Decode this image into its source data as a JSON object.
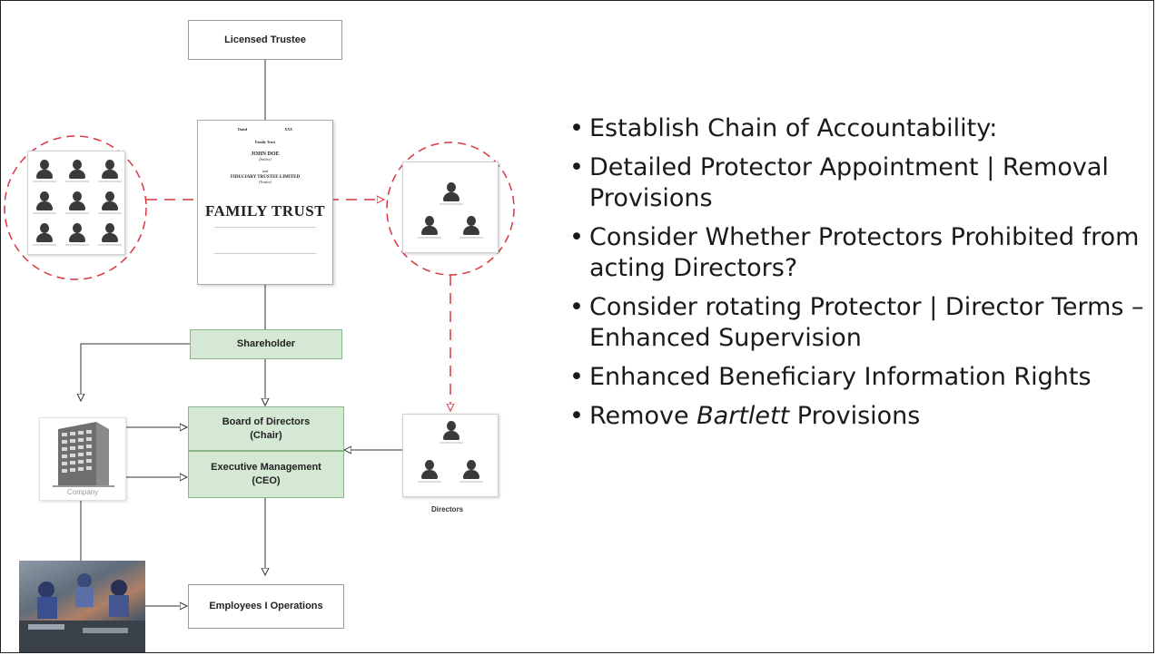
{
  "diagram": {
    "licensed_trustee": "Licensed Trustee",
    "deed": {
      "dated_label": "Dated",
      "year": "XXX",
      "trust_label": "Family Trust",
      "settlor_name": "JOHN DOE",
      "settlor_role": "(Settlor)",
      "and": "and",
      "trustee_name": "FIDUCIARY TRUSTEE LIMITED",
      "trustee_role": "(Trustee)",
      "title": "FAMILY TRUST"
    },
    "shareholder": "Shareholder",
    "board": "Board of Directors\n(Chair)",
    "executive": "Executive Management\n(CEO)",
    "employees": "Employees I Operations",
    "company_caption": "Company",
    "directors_caption": "Directors",
    "colors": {
      "box_green": "#d5e8d4",
      "dashed_red": "#d9363e"
    }
  },
  "bullets": [
    {
      "text": "Establish Chain of Accountability:"
    },
    {
      "text": "Detailed Protector Appointment | Removal Provisions"
    },
    {
      "text": "Consider Whether Protectors Prohibited from acting Directors?"
    },
    {
      "text": "Consider rotating Protector | Director Terms – Enhanced Supervision"
    },
    {
      "text": "Enhanced Beneficiary Information Rights"
    },
    {
      "pre": "Remove ",
      "em": "Bartlett",
      "post": " Provisions"
    }
  ]
}
